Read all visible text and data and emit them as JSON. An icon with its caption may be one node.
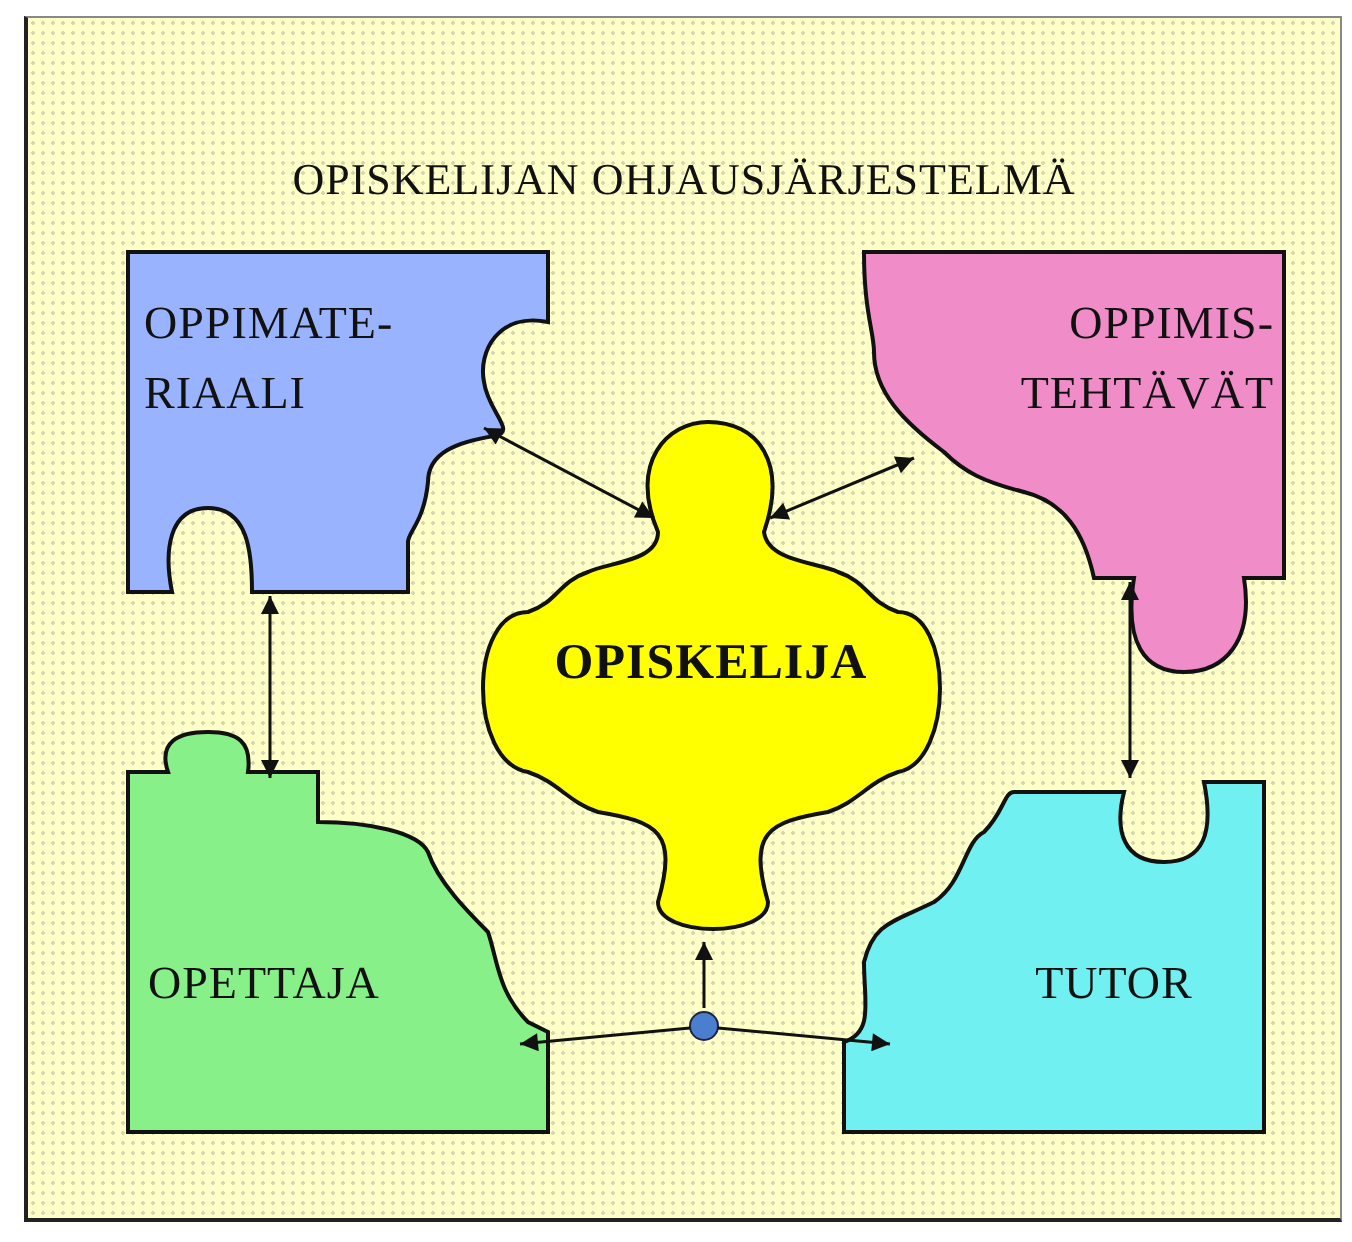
{
  "diagram": {
    "title": "OPISKELIJAN OHJAUSJÄRJESTELMÄ",
    "nodes": [
      {
        "text": [
          "OPPIMATE- RIAALI"
        ]
      },
      {
        "text": [
          "OPPIMIS- TEHTÄVÄT"
        ]
      },
      {
        "text": [
          "OPISKELIJA"
        ]
      },
      {
        "text": [
          "OPETTAJA"
        ]
      },
      {
        "text": [
          "TUTOR"
        ]
      },
      {
        "text": [],
        "shape": "circle"
      }
    ],
    "edges": [
      {
        "from": 0,
        "to": 2,
        "arrow": "both"
      },
      {
        "from": 1,
        "to": 2,
        "arrow": "both"
      },
      {
        "from": 0,
        "to": 3,
        "arrow": "both"
      },
      {
        "from": 1,
        "to": 4,
        "arrow": "both"
      },
      {
        "from": 5,
        "to": 2,
        "arrow": "to"
      },
      {
        "from": 5,
        "to": 3,
        "arrow": "to"
      },
      {
        "from": 5,
        "to": 4,
        "arrow": "to"
      }
    ]
  }
}
